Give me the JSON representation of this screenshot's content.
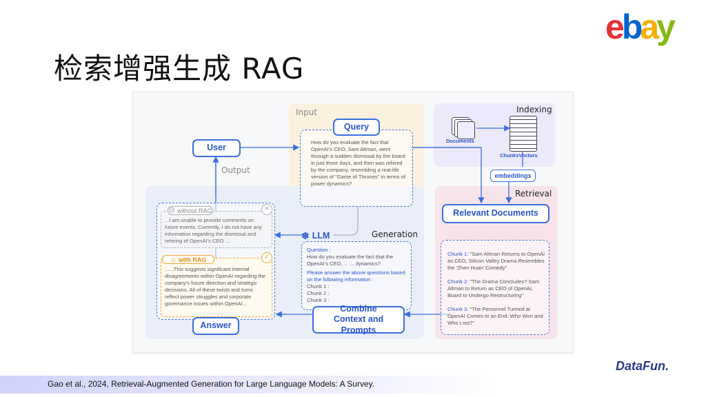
{
  "slide": {
    "title": "检索增强生成 RAG",
    "citation": "Gao et al., 2024, Retrieval-Augmented Generation for Large Language Models: A Survey.",
    "logos": {
      "ebay": {
        "letters": [
          "e",
          "b",
          "a",
          "y"
        ],
        "colors": [
          "#e53238",
          "#0064d2",
          "#f5af02",
          "#86b817"
        ]
      },
      "datafun": {
        "text": "DataFun.",
        "color": "#2b3a8f",
        "accent": "#f5a623"
      }
    }
  },
  "diagram": {
    "panels": {
      "input": "Input",
      "output": "Output",
      "indexing": "Indexing",
      "retrieval": "Retrieval",
      "generation": "Generation"
    },
    "nodes": {
      "user": "User",
      "query": "Query",
      "llm": "LLM",
      "answer": "Answer",
      "combine": "Combine Context and Prompts",
      "relevant_docs": "Relevant Documents",
      "embeddings": "embeddings",
      "documents": "Documents",
      "chunks": "Chunks",
      "vectors": "Vectors"
    },
    "query_text": "How do you evaluate the fact that OpenAI's CEO, Sam Altman, went through a sudden dismissal by the board in just three days, and then was rehired by the company, resembling a real-life version of \"Game of Thrones\" in terms of power dynamics?",
    "without_rag": {
      "label": "without RAG",
      "text": "...I am unable to provide comments on future events. Currently, I do not have any information regarding the dismissal and rehiring of OpenAI's CEO ..."
    },
    "with_rag": {
      "label": "with RAG",
      "text": "......This suggests significant internal disagreements within OpenAI regarding the company's future direction and strategic decisions. All of these twists and turns reflect power struggles and corporate governance issues within OpenAI..."
    },
    "prompt": {
      "question_label": "Question :",
      "question_text": "How do you evaluate the fact that the OpenAI's CEO, ... ... dynamics?",
      "instruction": "Please answer the above questions based on the following information :",
      "chunks": [
        "Chunk 1 :",
        "Chunk 2 :",
        "Chunk 3 :"
      ]
    },
    "retrieved_chunks": [
      {
        "label": "Chunk 1:",
        "text": "\"Sam Altman Returns to OpenAI as CEO, Silicon Valley Drama Resembles the 'Zhen Huan' Comedy\""
      },
      {
        "label": "Chunk 2:",
        "text": "\"The Drama Concludes? Sam Altman to Return as CEO of OpenAI, Board to Undergo Restructuring\""
      },
      {
        "label": "Chunk 3:",
        "text": "\"The Personnel Turmoil at OpenAI Comes to an End: Who Won and Who Lost?\""
      }
    ],
    "colors": {
      "accent_blue": "#3a6fe0",
      "input_bg": "#fbf1de",
      "indexing_bg": "#ece9fa",
      "retrieval_bg": "#f7e4ea",
      "generation_bg": "#e9eef8",
      "with_rag_orange": "#f0a326"
    }
  }
}
